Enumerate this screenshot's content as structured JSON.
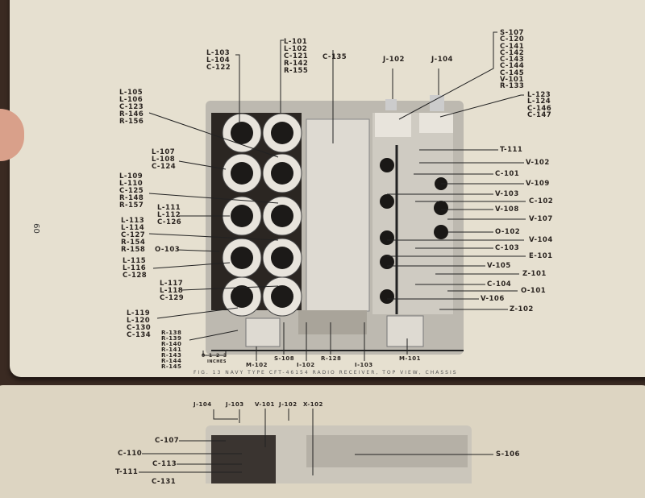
{
  "page_number": "60",
  "caption": "FIG. 13  NAVY TYPE CFT-46154 RADIO RECEIVER, TOP VIEW, CHASSIS",
  "scale": {
    "ticks": [
      "0",
      "1",
      "2",
      "3"
    ],
    "unit": "INCHES"
  },
  "top_labels": {
    "g1": [
      "L-103",
      "L-104",
      "C-122"
    ],
    "g2": [
      "L-101",
      "L-102",
      "C-121",
      "R-142",
      "R-155"
    ],
    "c135": "C-135",
    "j102": "J-102",
    "j104": "J-104",
    "g3": [
      "S-107",
      "C-120",
      "C-141",
      "C-142",
      "C-143",
      "C-144",
      "C-145",
      "V-101",
      "R-133"
    ],
    "g4": [
      "L-123",
      "L-124",
      "C-146",
      "C-147"
    ]
  },
  "left_labels": {
    "g5": [
      "L-105",
      "L-106",
      "C-123",
      "R-146",
      "R-156"
    ],
    "g6": [
      "L-107",
      "L-108",
      "C-124"
    ],
    "g7": [
      "L-109",
      "L-110",
      "C-125",
      "R-148",
      "R-157"
    ],
    "g8": [
      "L-111",
      "L-112",
      "C-126"
    ],
    "g9": [
      "L-113",
      "L-114",
      "C-127",
      "R-154",
      "R-158"
    ],
    "o103": "O-103",
    "g10": [
      "L-115",
      "L-116",
      "C-128"
    ],
    "g11": [
      "L-117",
      "L-118",
      "C-129"
    ],
    "g12": [
      "L-119",
      "L-120",
      "C-130",
      "C-134"
    ],
    "g13": [
      "R-138",
      "R-139",
      "R-140",
      "R-141",
      "R-143",
      "R-144",
      "R-145"
    ]
  },
  "right_labels": [
    "T-111",
    "V-102",
    "C-101",
    "V-109",
    "V-103",
    "C-102",
    "V-108",
    "V-107",
    "O-102",
    "V-104",
    "C-103",
    "E-101",
    "V-105",
    "Z-101",
    "C-104",
    "O-101",
    "V-106",
    "Z-102"
  ],
  "bottom_labels": [
    "M-102",
    "S-108",
    "I-102",
    "R-128",
    "I-103",
    "M-101"
  ],
  "second_page": {
    "top": [
      "J-104",
      "J-103",
      "V-101",
      "J-102",
      "X-102"
    ],
    "left": [
      "C-107",
      "C-110",
      "C-113",
      "T-111",
      "C-131"
    ],
    "right": "S-106"
  }
}
